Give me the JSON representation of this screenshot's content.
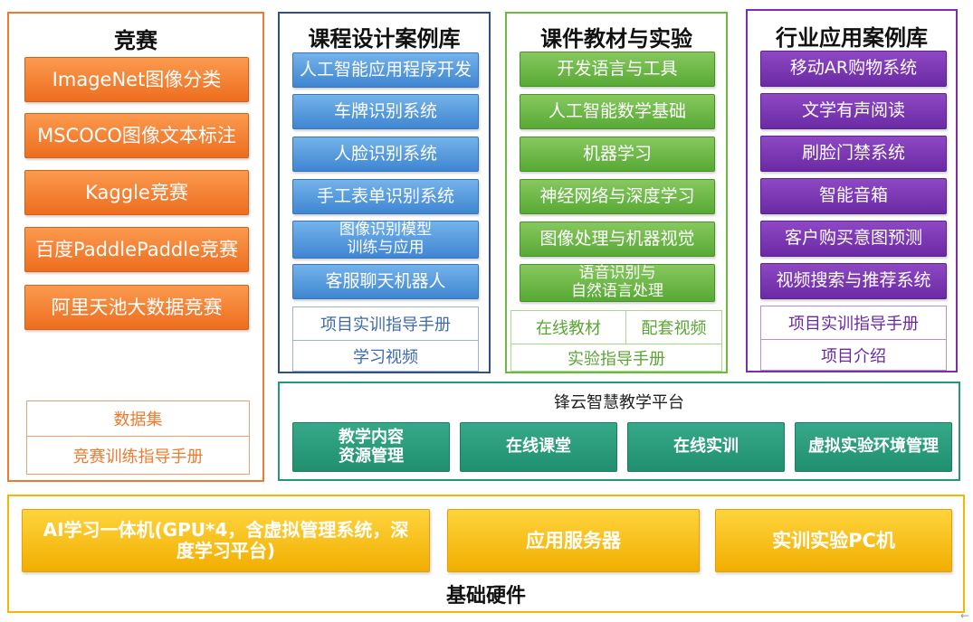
{
  "competition": {
    "title": "竞赛",
    "items": [
      "ImageNet图像分类",
      "MSCOCO图像文本标注",
      "Kaggle竞赛",
      "百度PaddlePaddle竞赛",
      "阿里天池大数据竞赛"
    ],
    "extras": [
      "数据集",
      "竞赛训练指导手册"
    ]
  },
  "course_design": {
    "title": "课程设计案例库",
    "items": [
      "人工智能应用程序开发",
      "车牌识别系统",
      "人脸识别系统",
      "手工表单识别系统",
      "图像识别模型\n训练与应用",
      "客服聊天机器人"
    ],
    "extras": [
      "项目实训指导手册",
      "学习视频"
    ]
  },
  "courseware": {
    "title": "课件教材与实验",
    "items": [
      "开发语言与工具",
      "人工智能数学基础",
      "机器学习",
      "神经网络与深度学习",
      "图像处理与机器视觉",
      "语音识别与\n自然语言处理"
    ],
    "extras": [
      "在线教材",
      "配套视频",
      "实验指导手册"
    ]
  },
  "industry": {
    "title": "行业应用案例库",
    "items": [
      "移动AR购物系统",
      "文学有声阅读",
      "刷脸门禁系统",
      "智能音箱",
      "客户购买意图预测",
      "视频搜索与推荐系统"
    ],
    "extras": [
      "项目实训指导手册",
      "项目介绍"
    ]
  },
  "platform": {
    "title": "锋云智慧教学平台",
    "items": [
      "教学内容\n资源管理",
      "在线课堂",
      "在线实训",
      "虚拟实验环境管理"
    ]
  },
  "hardware": {
    "title": "基础硬件",
    "items": [
      "AI学习一体机(GPU*4，含虚拟管理系统，深\n度学习平台)",
      "应用服务器",
      "实训实验PC机"
    ]
  },
  "colors": {
    "orange": "#ee7a2f",
    "blue": "#2e4f8a",
    "green": "#6aba3e",
    "purple": "#7a2fae",
    "teal": "#1f9a78",
    "yellow": "#f5b800"
  },
  "corner_mark": "←"
}
